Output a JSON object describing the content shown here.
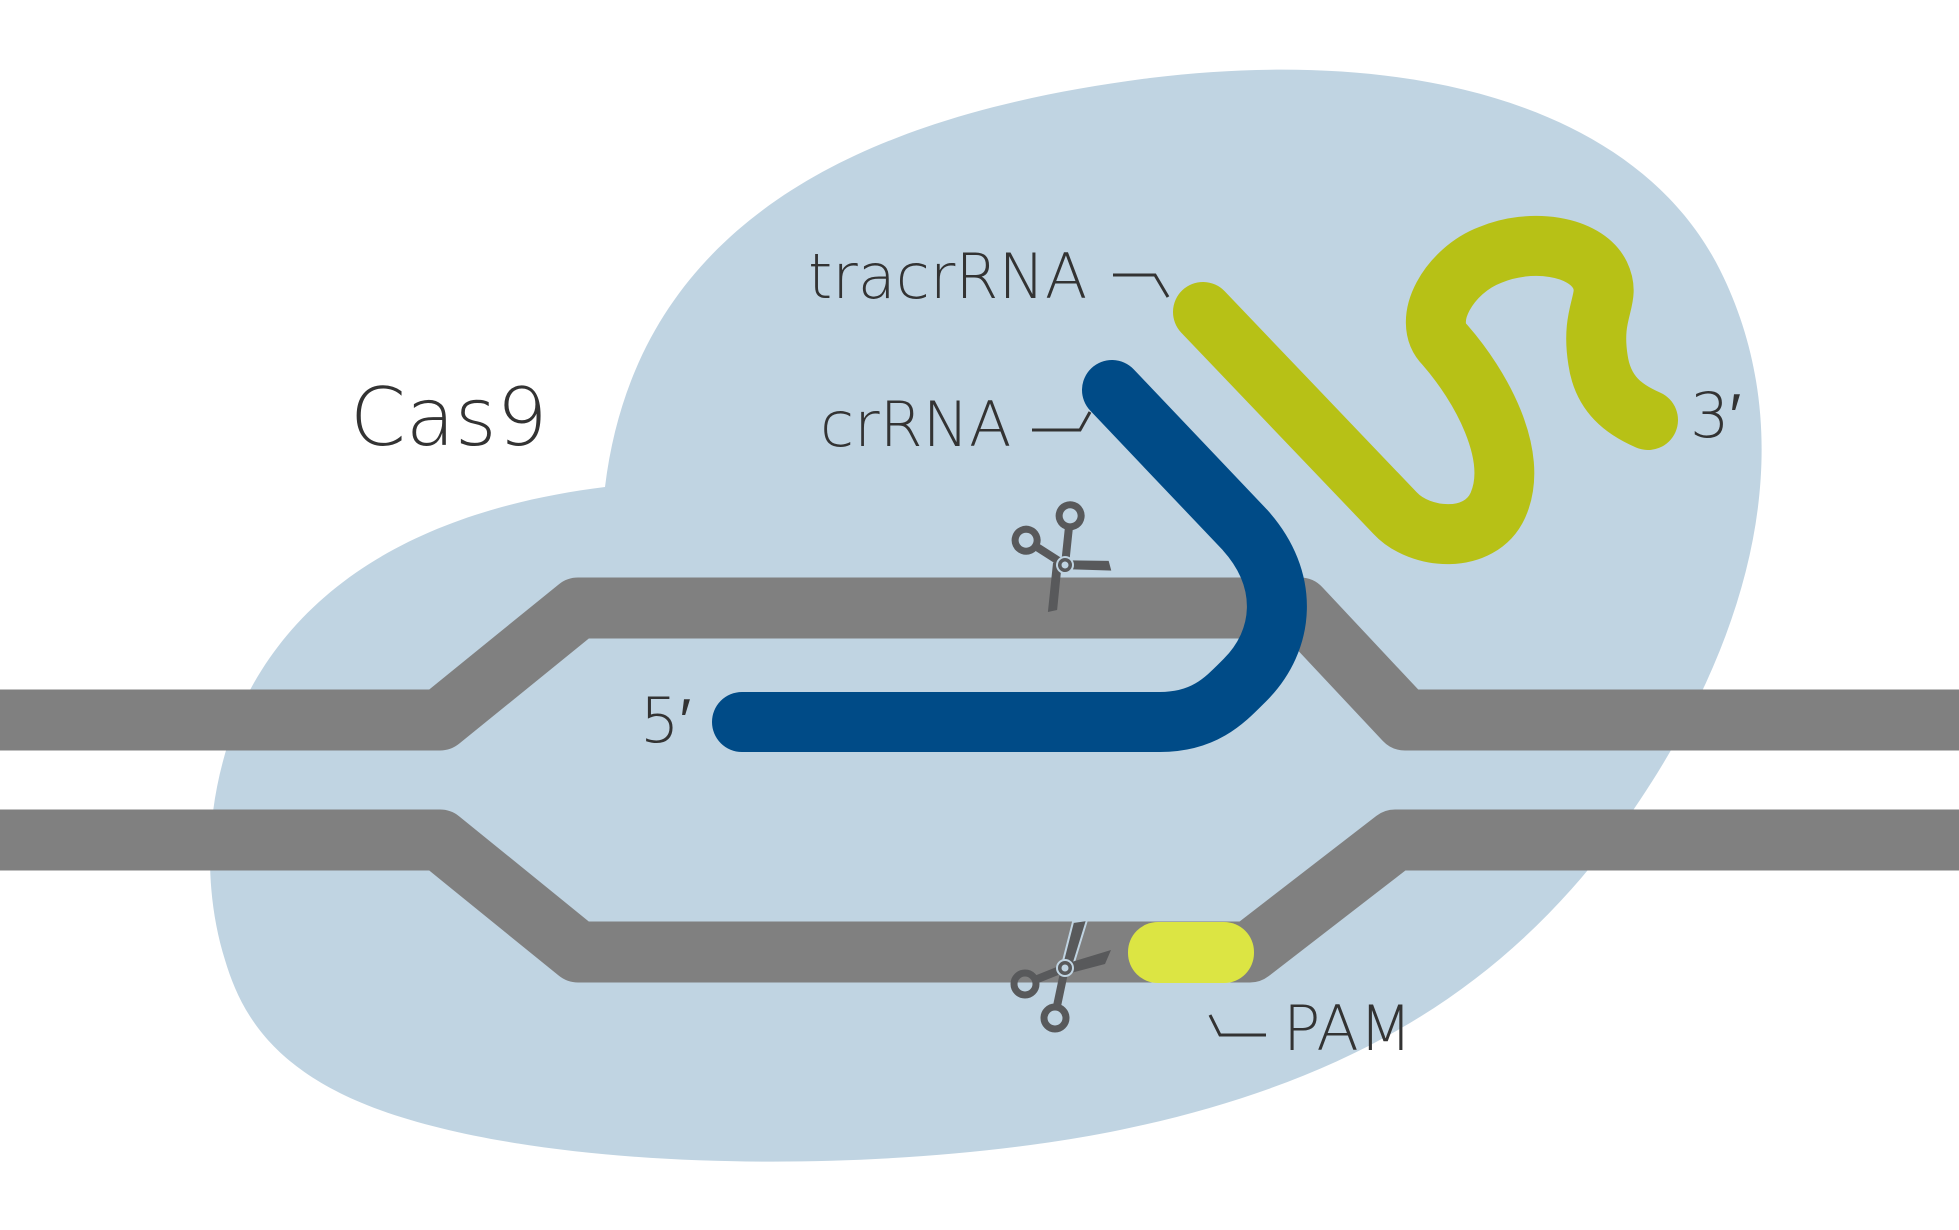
{
  "title": "CRISPR-Cas9 complex bound to target DNA",
  "labels": {
    "protein": "Cas9",
    "tracr": "tracrRNA",
    "cr": "crRNA",
    "five_prime": "5′",
    "three_prime": "3′",
    "pam": "PAM"
  },
  "colors": {
    "protein": "#c0d4e2",
    "dna": "#808080",
    "crRNA": "#004b87",
    "tracrRNA": "#b7c116",
    "pam": "#dce543",
    "scissors": "#58595b",
    "text": "#333333"
  },
  "icons": {
    "top_cut": "scissors-icon",
    "bottom_cut": "scissors-icon"
  }
}
